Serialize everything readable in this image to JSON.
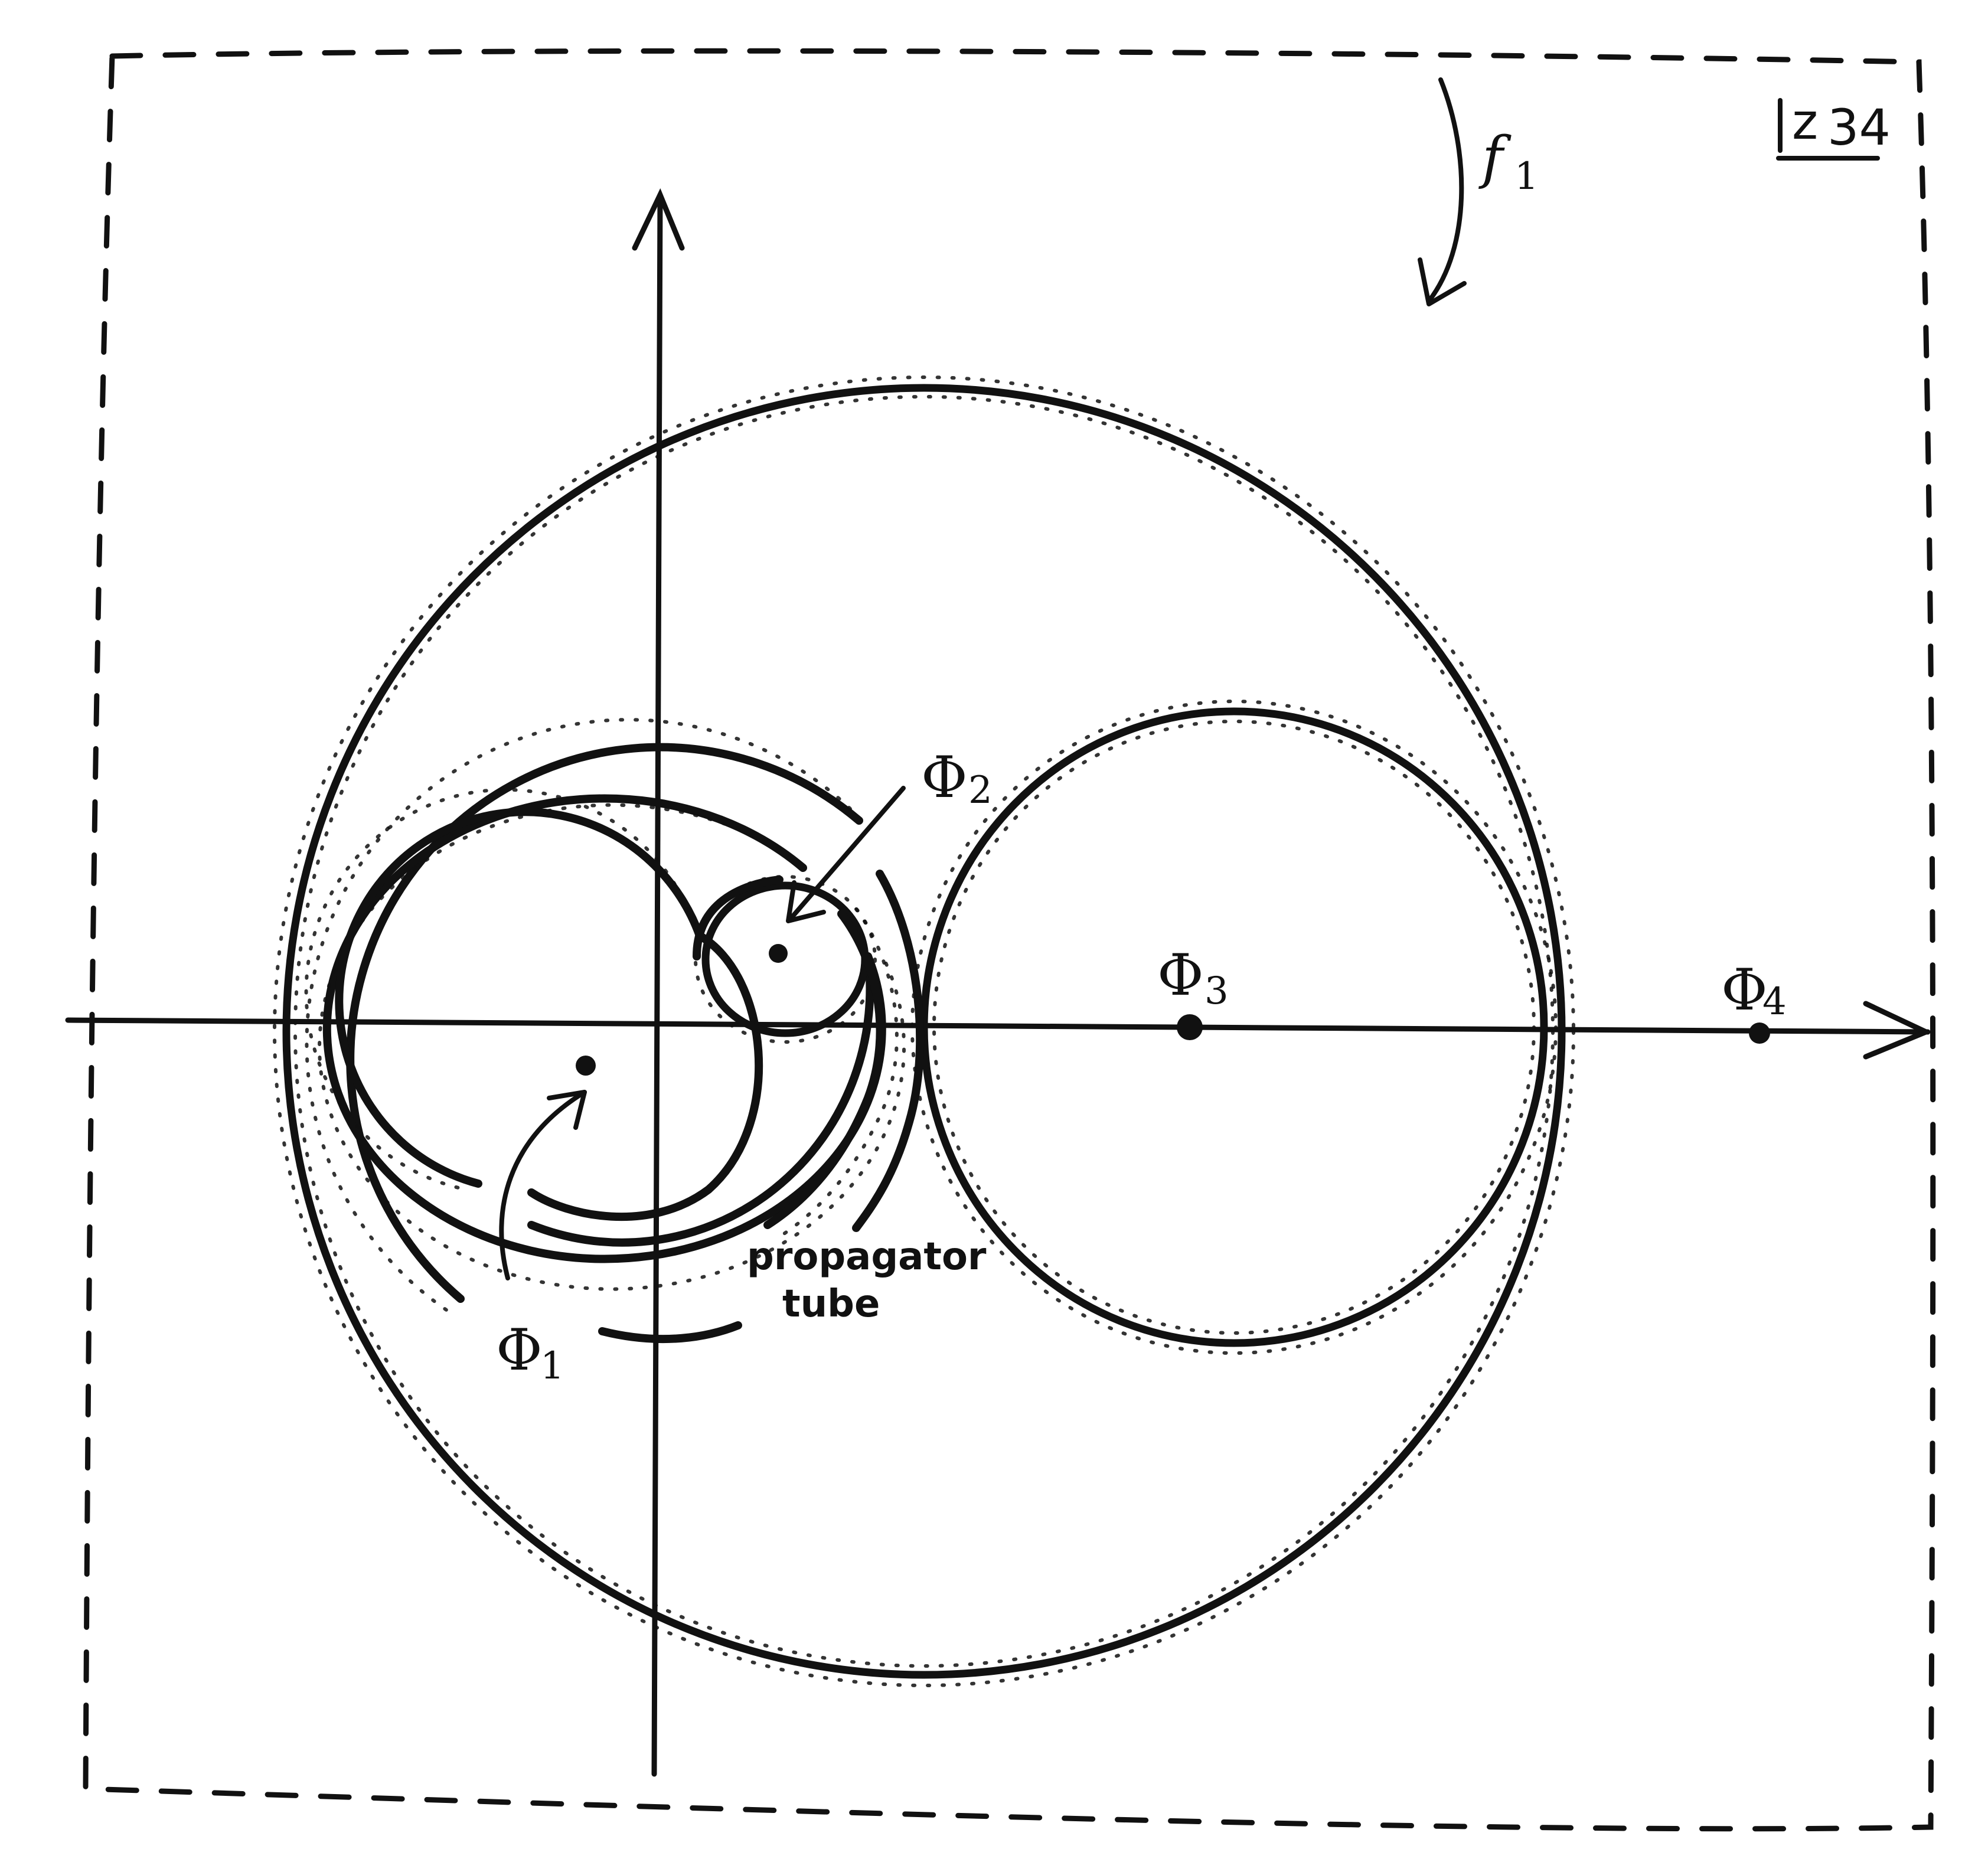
{
  "labels": {
    "phi1": "Φ",
    "phi1_sub": "1",
    "phi2": "Φ",
    "phi2_sub": "2",
    "phi3": "Φ",
    "phi3_sub": "3",
    "phi4": "Φ",
    "phi4_sub": "4",
    "flow_f": "f",
    "flow_f_sub": "1",
    "propagator_line1": "propagator",
    "propagator_line2": "tube",
    "corner_tag": "z",
    "corner_tag_sub": "34"
  },
  "colors": {
    "ink": "#111111",
    "paper": "#ffffff"
  }
}
